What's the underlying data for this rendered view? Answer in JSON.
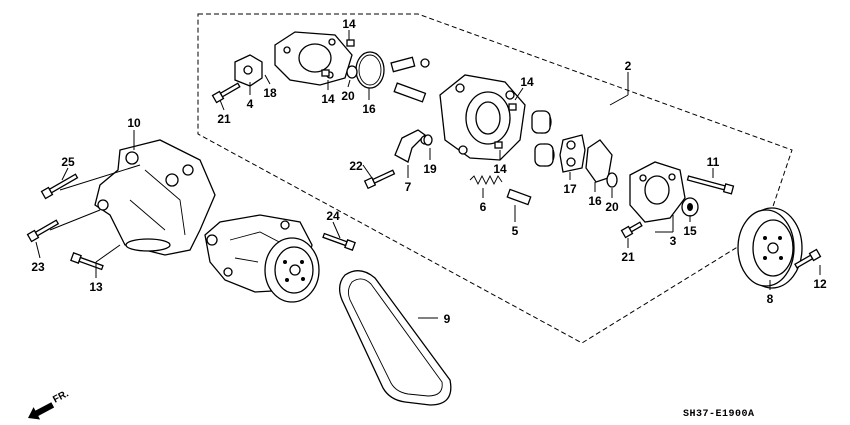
{
  "diagram": {
    "callouts": [
      "2",
      "3",
      "4",
      "5",
      "6",
      "7",
      "8",
      "9",
      "10",
      "11",
      "12",
      "13",
      "14",
      "14",
      "14",
      "14",
      "15",
      "16",
      "16",
      "17",
      "18",
      "19",
      "20",
      "20",
      "21",
      "21",
      "22",
      "23",
      "24",
      "25"
    ],
    "direction_label": "FR.",
    "code": "SH37-E1900A"
  }
}
